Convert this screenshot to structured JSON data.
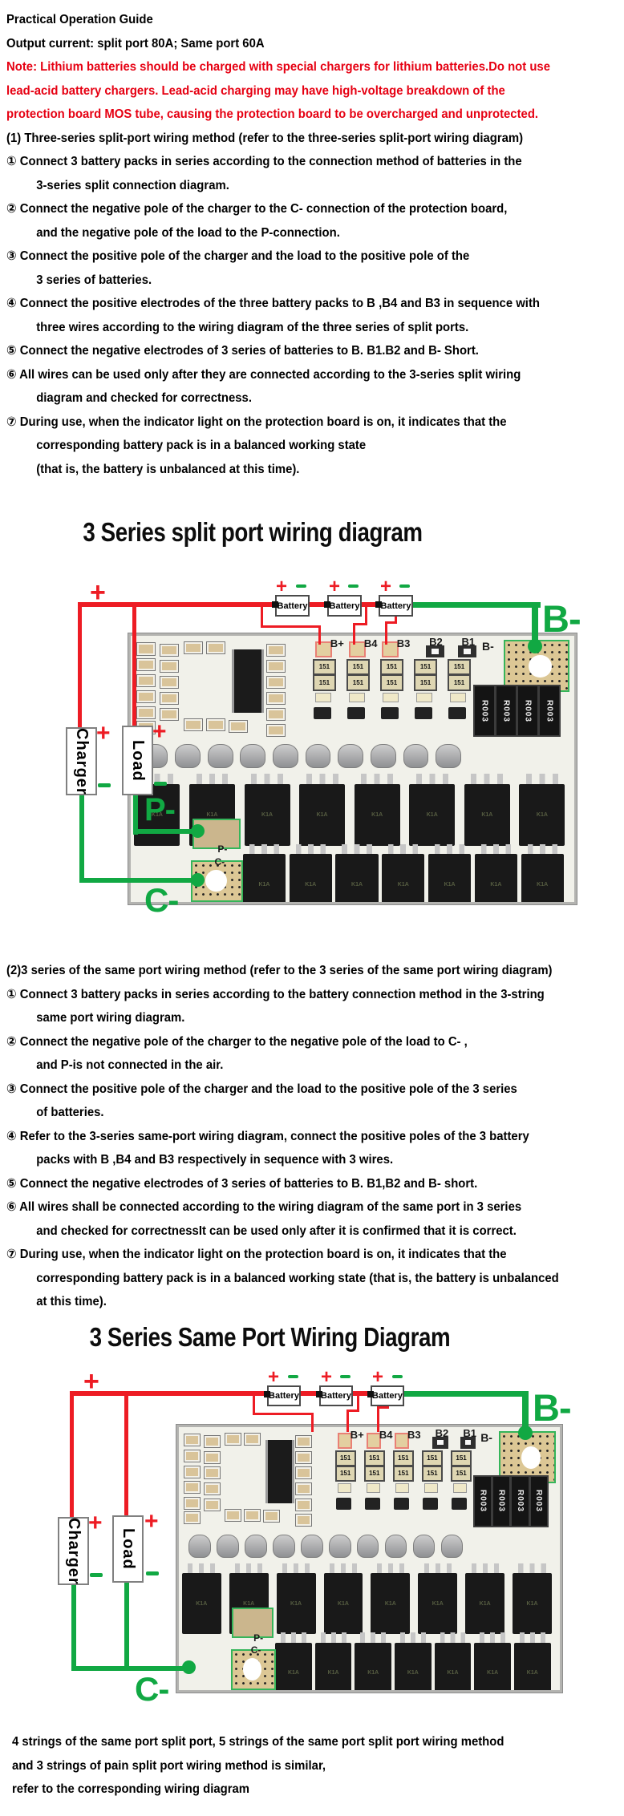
{
  "titles": {
    "split": "3 Series split port wiring diagram",
    "same": "3 Series Same Port Wiring Diagram"
  },
  "intro_lines": [
    {
      "t": "Practical Operation Guide"
    },
    {
      "t": "Output current: split port 80A; Same port 60A"
    },
    {
      "t": "Note: Lithium batteries should be charged with special chargers for lithium batteries.Do not use",
      "red": true
    },
    {
      "t": "lead-acid battery chargers. Lead-acid charging may have high-voltage breakdown of the",
      "red": true
    },
    {
      "t": "protection board MOS tube, causing the protection board to be overcharged and unprotected.",
      "red": true
    },
    {
      "t": "(1) Three-series split-port wiring method (refer to the three-series split-port wiring diagram)"
    },
    {
      "t": "① Connect 3 battery packs in series according to the connection method of batteries in the"
    },
    {
      "t": "3-series split connection diagram.",
      "ind": true
    },
    {
      "t": "② Connect the negative pole of the charger to the C- connection of the protection board,"
    },
    {
      "t": "and the negative pole of the load to the P-connection.",
      "ind": true
    },
    {
      "t": "③ Connect the positive pole of the charger and the load to the positive pole of the"
    },
    {
      "t": "3 series of batteries.",
      "ind": true
    },
    {
      "t": "④ Connect the positive electrodes of the three battery packs to B ,B4 and B3 in sequence with"
    },
    {
      "t": "three wires according to the wiring diagram of the three series of split ports.",
      "ind": true
    },
    {
      "t": "⑤ Connect the negative electrodes of 3 series of batteries to B. B1.B2 and B- Short."
    },
    {
      "t": "⑥ All wires can be used only after they are connected according to the 3-series split wiring"
    },
    {
      "t": "diagram and checked for correctness.",
      "ind": true
    },
    {
      "t": "⑦ During use, when the indicator light on the protection board is on, it indicates that the"
    },
    {
      "t": "corresponding battery pack is in a balanced working state",
      "ind": true
    },
    {
      "t": "(that is, the battery is unbalanced at this time).",
      "ind": true
    }
  ],
  "section2_lines": [
    {
      "t": "(2)3 series of the same port wiring method (refer to the 3 series of the same port wiring diagram)"
    },
    {
      "t": "① Connect 3 battery packs in series according to the battery connection method in the 3-string"
    },
    {
      "t": "same port wiring diagram.",
      "ind": true
    },
    {
      "t": "② Connect the negative pole of the charger to the negative pole of the load to C- ,"
    },
    {
      "t": "and P-is not connected in the air.",
      "ind": true
    },
    {
      "t": "③ Connect the positive pole of the charger and the load to the positive pole of the 3 series"
    },
    {
      "t": "of batteries.",
      "ind": true
    },
    {
      "t": "④ Refer to the 3-series same-port wiring diagram, connect the positive poles of the 3 battery"
    },
    {
      "t": "packs with B ,B4 and B3 respectively in sequence with 3 wires.",
      "ind": true
    },
    {
      "t": "⑤ Connect the negative electrodes of 3 series of batteries to B. B1,B2 and B- short."
    },
    {
      "t": "⑥ All wires shall be connected according to the wiring diagram of the same port in 3 series"
    },
    {
      "t": "and checked for correctnessIt can be used only after it is confirmed that it is correct.",
      "ind": true
    },
    {
      "t": "⑦ During use, when the indicator light on the protection board is on, it indicates that the"
    },
    {
      "t": "corresponding battery pack is in a balanced working state (that is, the battery is unbalanced",
      "ind": true
    },
    {
      "t": "at this time).",
      "ind": true
    }
  ],
  "footer_lines": [
    {
      "t": "4 strings of the same port split port, 5 strings of the same port split port wiring method"
    },
    {
      "t": "and 3 strings of pain split port wiring method is similar,"
    },
    {
      "t": "refer to the corresponding wiring diagram"
    }
  ],
  "diagram": {
    "battery_label": "Battery",
    "charger_label": "Charger",
    "load_label": "Load",
    "plus": "+",
    "b_minus": "B-",
    "p_minus": "P-",
    "c_minus": "C-"
  },
  "board": {
    "pad_labels": [
      "B+",
      "B4",
      "B3"
    ],
    "cell_labels": [
      "B2",
      "B1"
    ],
    "b_minus_label": "B-",
    "p_minus_label": "P-",
    "c_minus_label": "C-",
    "resistor_marking": "151",
    "shunt_marking": "R003",
    "mosfet_marking": "K1A"
  },
  "colors": {
    "wire_red": "#ed1c24",
    "wire_green": "#11a843",
    "note_red": "#e60012"
  }
}
